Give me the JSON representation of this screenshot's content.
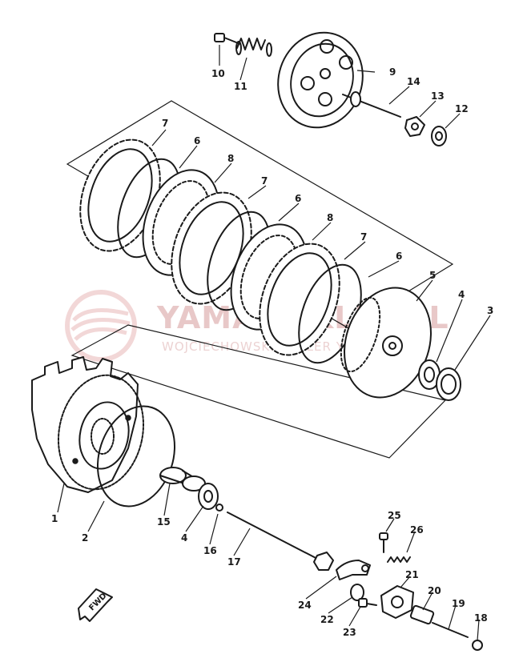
{
  "diagram": {
    "watermark": {
      "title": "YAMAHOKLEP.PL",
      "subtitle": "WOJCIECHOWSKI DEALER YAMAHA",
      "color": "#e9b7b7"
    },
    "direction_label": "FWD",
    "callouts": [
      {
        "id": "1",
        "label": "1"
      },
      {
        "id": "2",
        "label": "2"
      },
      {
        "id": "3",
        "label": "3"
      },
      {
        "id": "4a",
        "label": "4"
      },
      {
        "id": "4b",
        "label": "4"
      },
      {
        "id": "5",
        "label": "5"
      },
      {
        "id": "6a",
        "label": "6"
      },
      {
        "id": "6b",
        "label": "6"
      },
      {
        "id": "6c",
        "label": "6"
      },
      {
        "id": "7a",
        "label": "7"
      },
      {
        "id": "7b",
        "label": "7"
      },
      {
        "id": "7c",
        "label": "7"
      },
      {
        "id": "8a",
        "label": "8"
      },
      {
        "id": "8b",
        "label": "8"
      },
      {
        "id": "9",
        "label": "9"
      },
      {
        "id": "10",
        "label": "10"
      },
      {
        "id": "11",
        "label": "11"
      },
      {
        "id": "12",
        "label": "12"
      },
      {
        "id": "13",
        "label": "13"
      },
      {
        "id": "14",
        "label": "14"
      },
      {
        "id": "15",
        "label": "15"
      },
      {
        "id": "16",
        "label": "16"
      },
      {
        "id": "17",
        "label": "17"
      },
      {
        "id": "18",
        "label": "18"
      },
      {
        "id": "19",
        "label": "19"
      },
      {
        "id": "20",
        "label": "20"
      },
      {
        "id": "21",
        "label": "21"
      },
      {
        "id": "22",
        "label": "22"
      },
      {
        "id": "23",
        "label": "23"
      },
      {
        "id": "24",
        "label": "24"
      },
      {
        "id": "25",
        "label": "25"
      },
      {
        "id": "26",
        "label": "26"
      }
    ]
  }
}
